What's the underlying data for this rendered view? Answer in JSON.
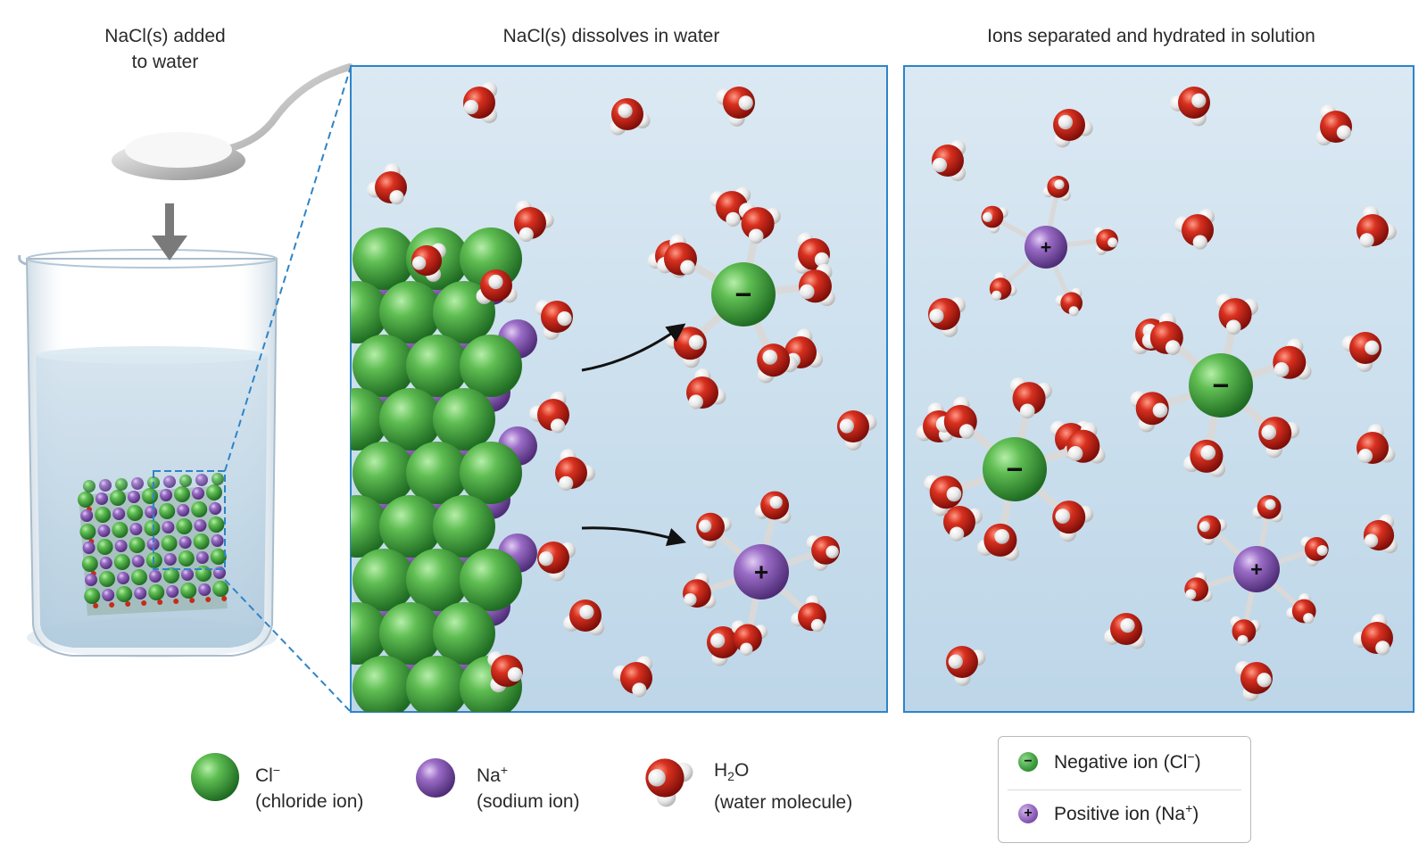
{
  "captions": {
    "added": "NaCl(s) added\nto water",
    "dissolves": "NaCl(s) dissolves in water",
    "separated": "Ions separated and hydrated in solution"
  },
  "ion_signs": {
    "negative": "−",
    "positive": "+"
  },
  "legend": {
    "chloride": {
      "symbol": "Cl",
      "charge": "−",
      "name": "(chloride ion)"
    },
    "sodium": {
      "symbol": "Na",
      "charge": "+",
      "name": "(sodium ion)"
    },
    "water": {
      "symbol_a": "H",
      "subscript": "2",
      "symbol_b": "O",
      "name": "(water molecule)"
    }
  },
  "key_box": {
    "negative_label": "Negative ion (Cl",
    "negative_charge": "−",
    "negative_close": ")",
    "positive_label": "Positive ion (Na",
    "positive_charge": "+",
    "positive_close": ")"
  },
  "colors": {
    "chloride": "#3b9a3b",
    "sodium": "#8a5bb8",
    "oxygen": "#d0271d",
    "hydrogen": "#f2f2f2",
    "panel_border": "#2e84c6",
    "panel_bg": "#d3e5f1"
  }
}
